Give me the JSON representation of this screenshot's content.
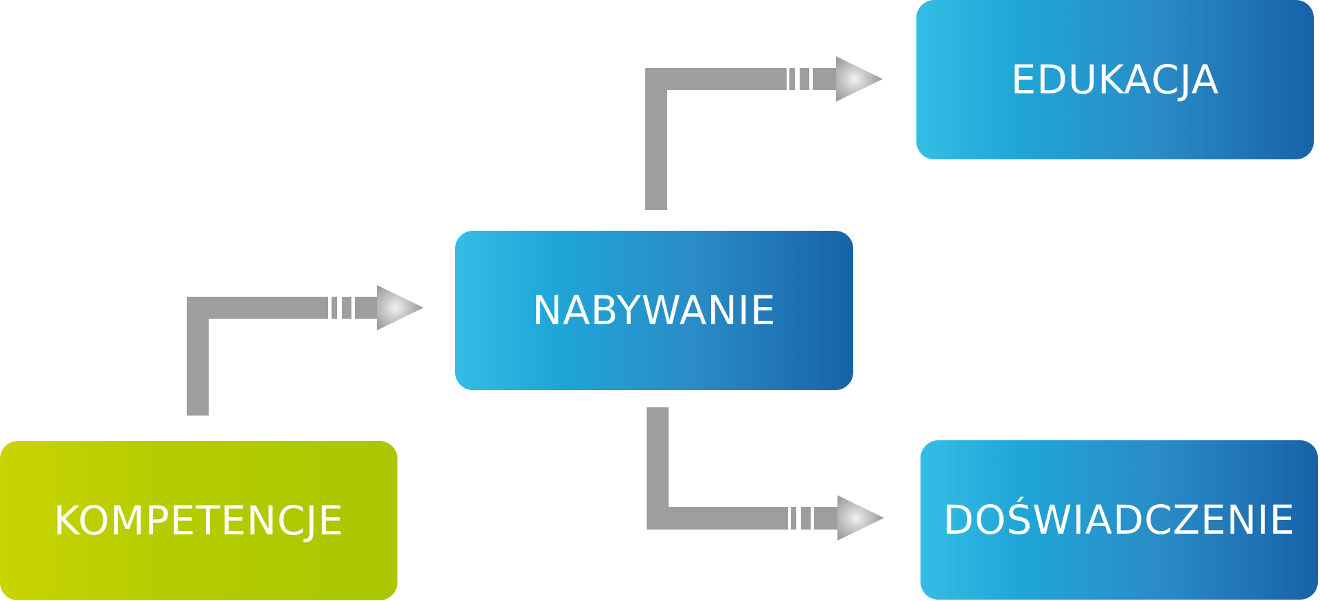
{
  "nodes": {
    "competencies": "KOMPETENCJE",
    "acquisition": "NABYWANIE",
    "education": "EDUKACJA",
    "experience": "DOŚWIADCZENIE"
  },
  "colors": {
    "blue_start": "#35bde5",
    "blue_end": "#1862a8",
    "green_start": "#c9d400",
    "green_end": "#a9c701",
    "arrow": "#9d9ea0"
  }
}
